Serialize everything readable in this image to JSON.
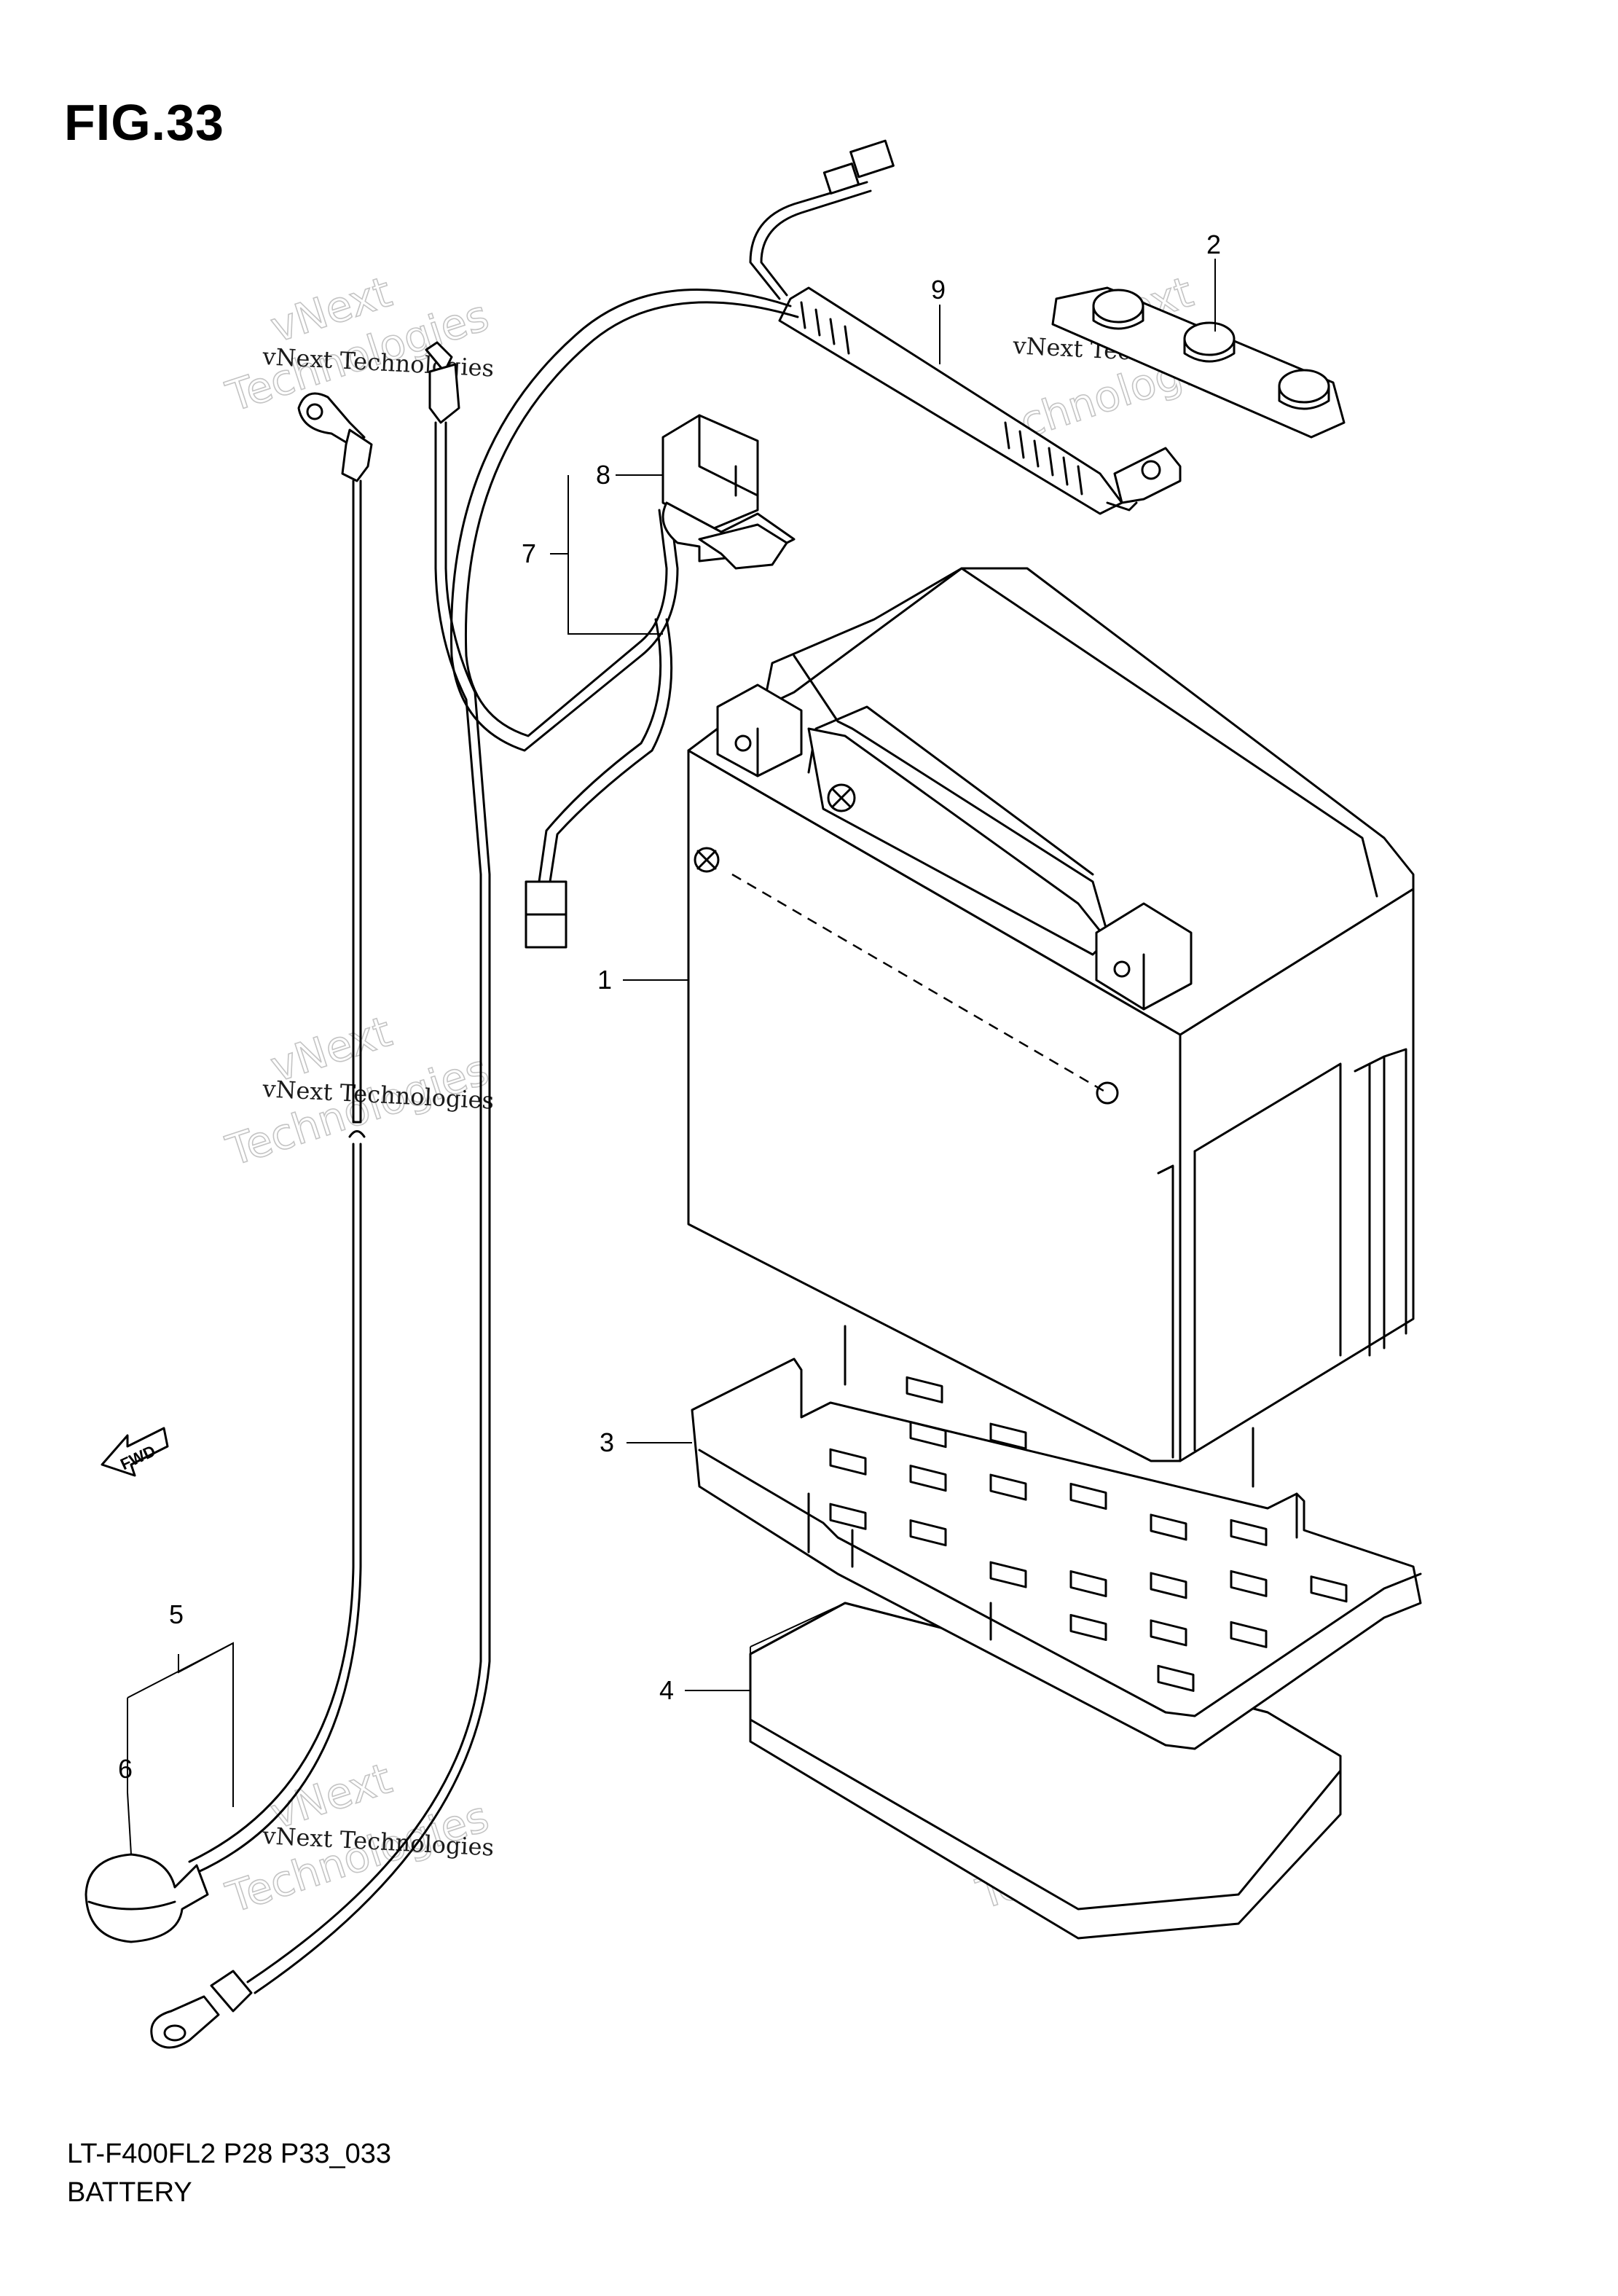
{
  "figure": {
    "title": "FIG.33",
    "code": "LT-F400FL2 P28 P33_033",
    "name": "BATTERY"
  },
  "callouts": [
    {
      "id": "1"
    },
    {
      "id": "2"
    },
    {
      "id": "3"
    },
    {
      "id": "4"
    },
    {
      "id": "5"
    },
    {
      "id": "6"
    },
    {
      "id": "7"
    },
    {
      "id": "8"
    },
    {
      "id": "9"
    }
  ],
  "direction_marker": "FWD",
  "watermark": {
    "company": "vNext Technologies",
    "word_top": "vNext",
    "word_bottom": "Technologies"
  }
}
